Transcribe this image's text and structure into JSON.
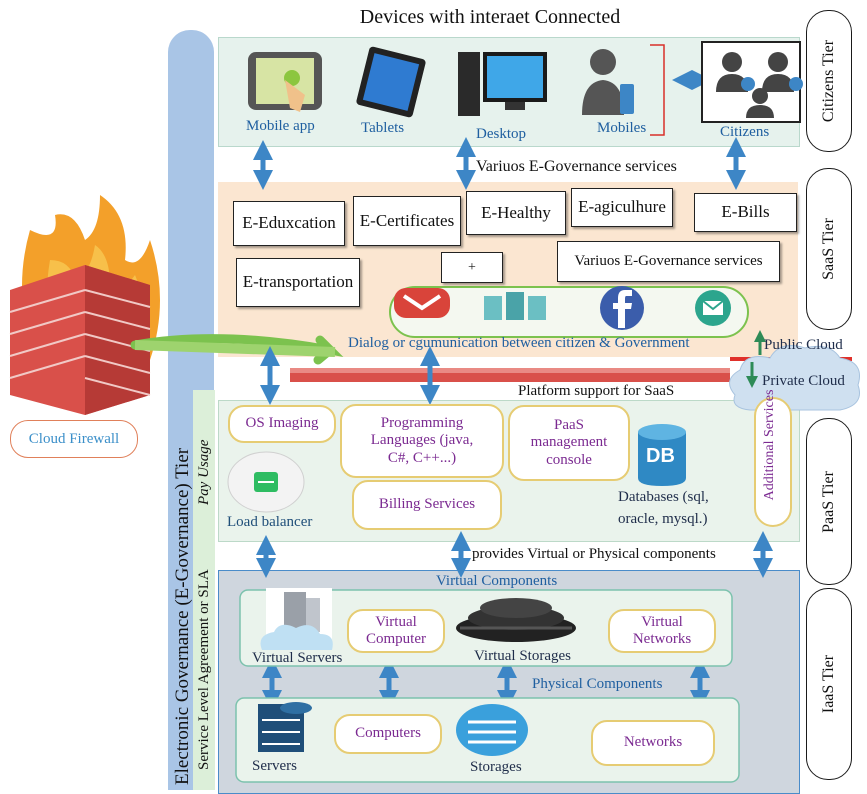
{
  "title": "Devices with interaet Connected",
  "left_bar": {
    "main": "Electronic Governance (E-Governance) Tier",
    "pay": "Pay Usage",
    "sla": "Service Level Agreement or SLA"
  },
  "tiers": {
    "citizens": "Citizens Tier",
    "saas": "SaaS Tier",
    "paas": "PaaS Tier",
    "iaas": "IaaS Tier"
  },
  "devices": {
    "mobile_app": "Mobile app",
    "tablets": "Tablets",
    "desktop": "Desktop",
    "mobiles": "Mobiles",
    "citizens": "Citizens"
  },
  "services_label": "Variuos E-Governance services",
  "saas": {
    "education": "E-Eduxcation",
    "certificates": "E-Certificates",
    "healthy": "E-Healthy",
    "agriculture": "E-agiculhure",
    "bills": "E-Bills",
    "transportation": "E-transportation",
    "plus": "+",
    "various": "Variuos E-Governance services",
    "dialog": "Dialog or cgumunication between citizen & Government"
  },
  "platform_support": "Platform support for SaaS",
  "cloud": {
    "public": "Public Cloud",
    "private": "Private Cloud"
  },
  "firewall": "Cloud Firewall",
  "paas": {
    "os_imaging": "OS Imaging",
    "prog_line1": "Programming",
    "prog_line2": "Languages (java,",
    "prog_line3": "C#, C++...)",
    "mgmt_line1": "PaaS",
    "mgmt_line2": "management",
    "mgmt_line3": "console",
    "db_icon": "DB",
    "load_balancer": "Load balancer",
    "billing": "Billing Services",
    "db_line1": "Databases (sql,",
    "db_line2": "oracle, mysql.)",
    "additional": "Additional Services"
  },
  "provides": "provides Virtual or Physical components",
  "iaas": {
    "virtual_components": "Virtual Components",
    "virtual_servers": "Virtual Servers",
    "virtual_computer_1": "Virtual",
    "virtual_computer_2": "Computer",
    "virtual_storages": "Virtual Storages",
    "virtual_networks_1": "Virtual",
    "virtual_networks_2": "Networks",
    "physical_components": "Physical Components",
    "servers": "Servers",
    "computers": "Computers",
    "storages": "Storages",
    "networks": "Networks"
  },
  "colors": {
    "citizens_band": "#e6f2ed",
    "saas_band": "#fbe6d1",
    "paas_band": "#eaf3ec",
    "iaas_band": "#cfd6de",
    "arrow": "#3d86c6",
    "left_bar": "#a9c5e6",
    "oval_border": "#e6cc73",
    "oval_text": "#7b2a91",
    "firewall_brick": "#d9504a",
    "flame": "#f3a02a"
  },
  "icons": [
    "touch-tablet-icon",
    "tablet-icon",
    "desktop-icon",
    "person-mobile-icon",
    "citizens-group-icon",
    "gmail-icon",
    "server-rack-icon",
    "facebook-icon",
    "mail-icon",
    "load-balancer-icon",
    "database-icon",
    "cloud-server-icon",
    "storage-disks-icon",
    "server-stack-icon",
    "storage-cylinder-icon",
    "firewall-icon"
  ]
}
